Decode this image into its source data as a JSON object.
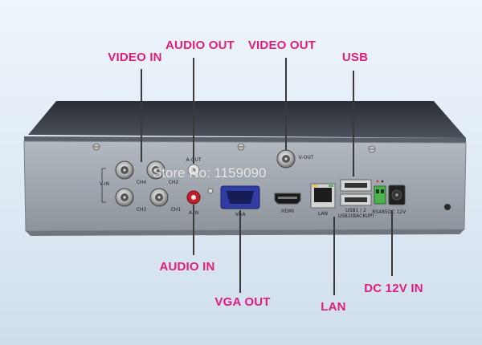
{
  "callouts": {
    "video_in": "VIDEO IN",
    "audio_out": "AUDIO OUT",
    "video_out": "VIDEO OUT",
    "usb": "USB",
    "audio_in": "AUDIO IN",
    "vga_out": "VGA OUT",
    "lan": "LAN",
    "dc12v_in": "DC 12V IN"
  },
  "panel_labels": {
    "a_out": "A-OUT",
    "v_out": "V-OUT",
    "v_in": "V-IN",
    "ch4": "CH4",
    "ch2": "CH2",
    "ch3": "CH3",
    "ch1": "CH1",
    "a_in": "A-IN",
    "vga": "VGA",
    "hdmi": "HDMI",
    "lan": "LAN",
    "usb_top": "USB1 / 2",
    "usb_bottom": "USB2(BACKUP)",
    "rs485": "RS485",
    "dc12v": "DC 12V"
  },
  "watermark": "Store No: 1159090",
  "colors": {
    "callout": "#e01e7a",
    "leader_line": "#3a3a3a",
    "chassis_top": "#3a3f47",
    "rear_panel": "#9ea5ad"
  }
}
